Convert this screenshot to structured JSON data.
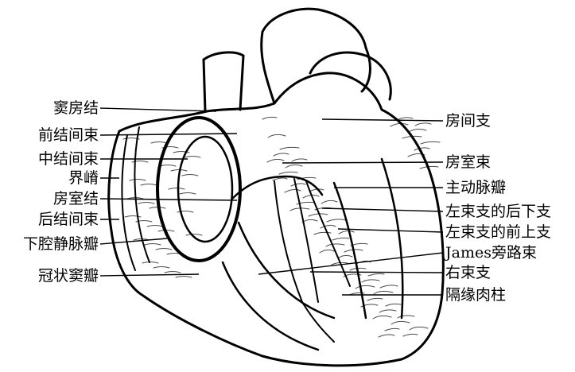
{
  "diagram": {
    "left_labels": [
      {
        "id": "sinoatrial-node",
        "text": "窦房结"
      },
      {
        "id": "anterior-internodal-tract",
        "text": "前结间束"
      },
      {
        "id": "middle-internodal-tract",
        "text": "中结间束"
      },
      {
        "id": "crista-terminalis",
        "text": "界嵴"
      },
      {
        "id": "atrioventricular-node",
        "text": "房室结"
      },
      {
        "id": "posterior-internodal-tract",
        "text": "后结间束"
      },
      {
        "id": "ivc-valve",
        "text": "下腔静脉瓣"
      },
      {
        "id": "coronary-sinus-valve",
        "text": "冠状窦瓣"
      }
    ],
    "right_labels": [
      {
        "id": "interatrial-branch",
        "text": "房间支"
      },
      {
        "id": "atrioventricular-bundle",
        "text": "房室束"
      },
      {
        "id": "aortic-valve",
        "text": "主动脉瓣"
      },
      {
        "id": "left-posterior-fascicle",
        "text": "左束支的后下支"
      },
      {
        "id": "left-anterior-fascicle",
        "text": "左束支的前上支"
      },
      {
        "id": "james-bypass-tract",
        "text": "James旁路束"
      },
      {
        "id": "right-bundle-branch",
        "text": "右束支"
      },
      {
        "id": "septomarginal-trabecula",
        "text": "隔缘肉柱"
      }
    ]
  }
}
